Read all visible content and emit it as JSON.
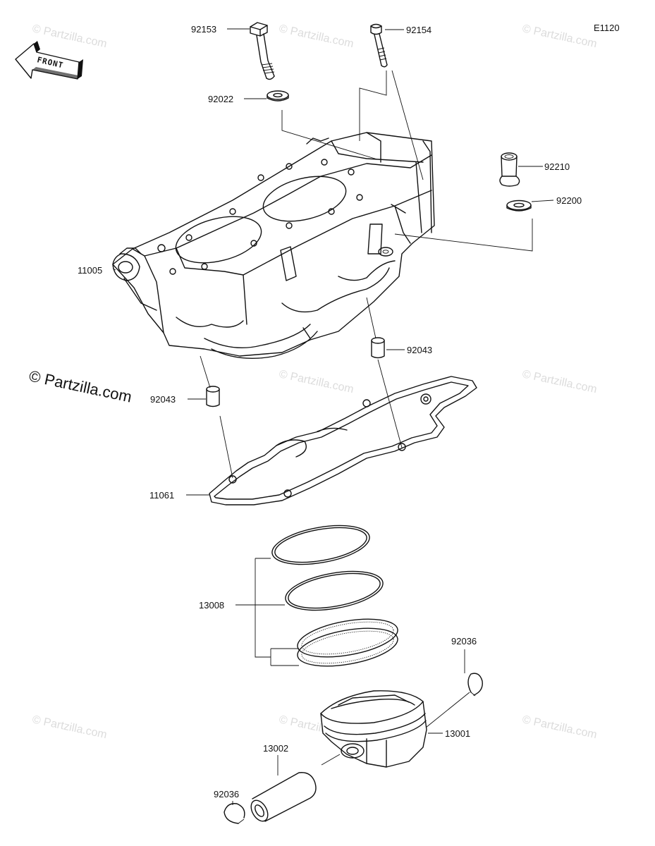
{
  "diagram_code": "E1120",
  "front_arrow_label": "FRONT",
  "copyright_text": "© Partzilla.com",
  "watermark_text": "© Partzilla.com",
  "parts": [
    {
      "id": "p-92153",
      "number": "92153"
    },
    {
      "id": "p-92154",
      "number": "92154"
    },
    {
      "id": "p-92022",
      "number": "92022"
    },
    {
      "id": "p-92210",
      "number": "92210"
    },
    {
      "id": "p-92200",
      "number": "92200"
    },
    {
      "id": "p-11005",
      "number": "11005"
    },
    {
      "id": "p-92043a",
      "number": "92043"
    },
    {
      "id": "p-92043b",
      "number": "92043"
    },
    {
      "id": "p-11061",
      "number": "11061"
    },
    {
      "id": "p-13008",
      "number": "13008"
    },
    {
      "id": "p-92036a",
      "number": "92036"
    },
    {
      "id": "p-13001",
      "number": "13001"
    },
    {
      "id": "p-13002",
      "number": "13002"
    },
    {
      "id": "p-92036b",
      "number": "92036"
    }
  ]
}
